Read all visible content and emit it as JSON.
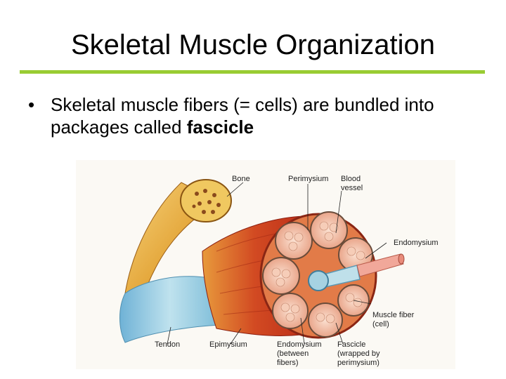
{
  "slide": {
    "title": "Skeletal Muscle Organization",
    "bullet": {
      "marker": "•",
      "text_before": "Skeletal muscle fibers (= cells) are bundled into packages called ",
      "text_bold": "fascicle"
    }
  },
  "figure": {
    "labels": {
      "bone": "Bone",
      "perimysium": "Perimysium",
      "blood_vessel_1": "Blood",
      "blood_vessel_2": "vessel",
      "endomysium_right": "Endomysium",
      "muscle_fiber_1": "Muscle fiber",
      "muscle_fiber_2": "(cell)",
      "tendon": "Tendon",
      "epimysium": "Epimysium",
      "endomysium_bottom_1": "Endomysium",
      "endomysium_bottom_2": "(between",
      "endomysium_bottom_3": "fibers)",
      "fascicle_1": "Fascicle",
      "fascicle_2": "(wrapped by",
      "fascicle_3": "perimysium)"
    },
    "colors": {
      "muscle_red": "#c8361e",
      "muscle_orange": "#e07a2a",
      "bone_yellow": "#e8b040",
      "tendon_blue": "#8ec9e0",
      "fascicle_pink": "#f2c0a8",
      "accent_green": "#99cc33"
    }
  }
}
